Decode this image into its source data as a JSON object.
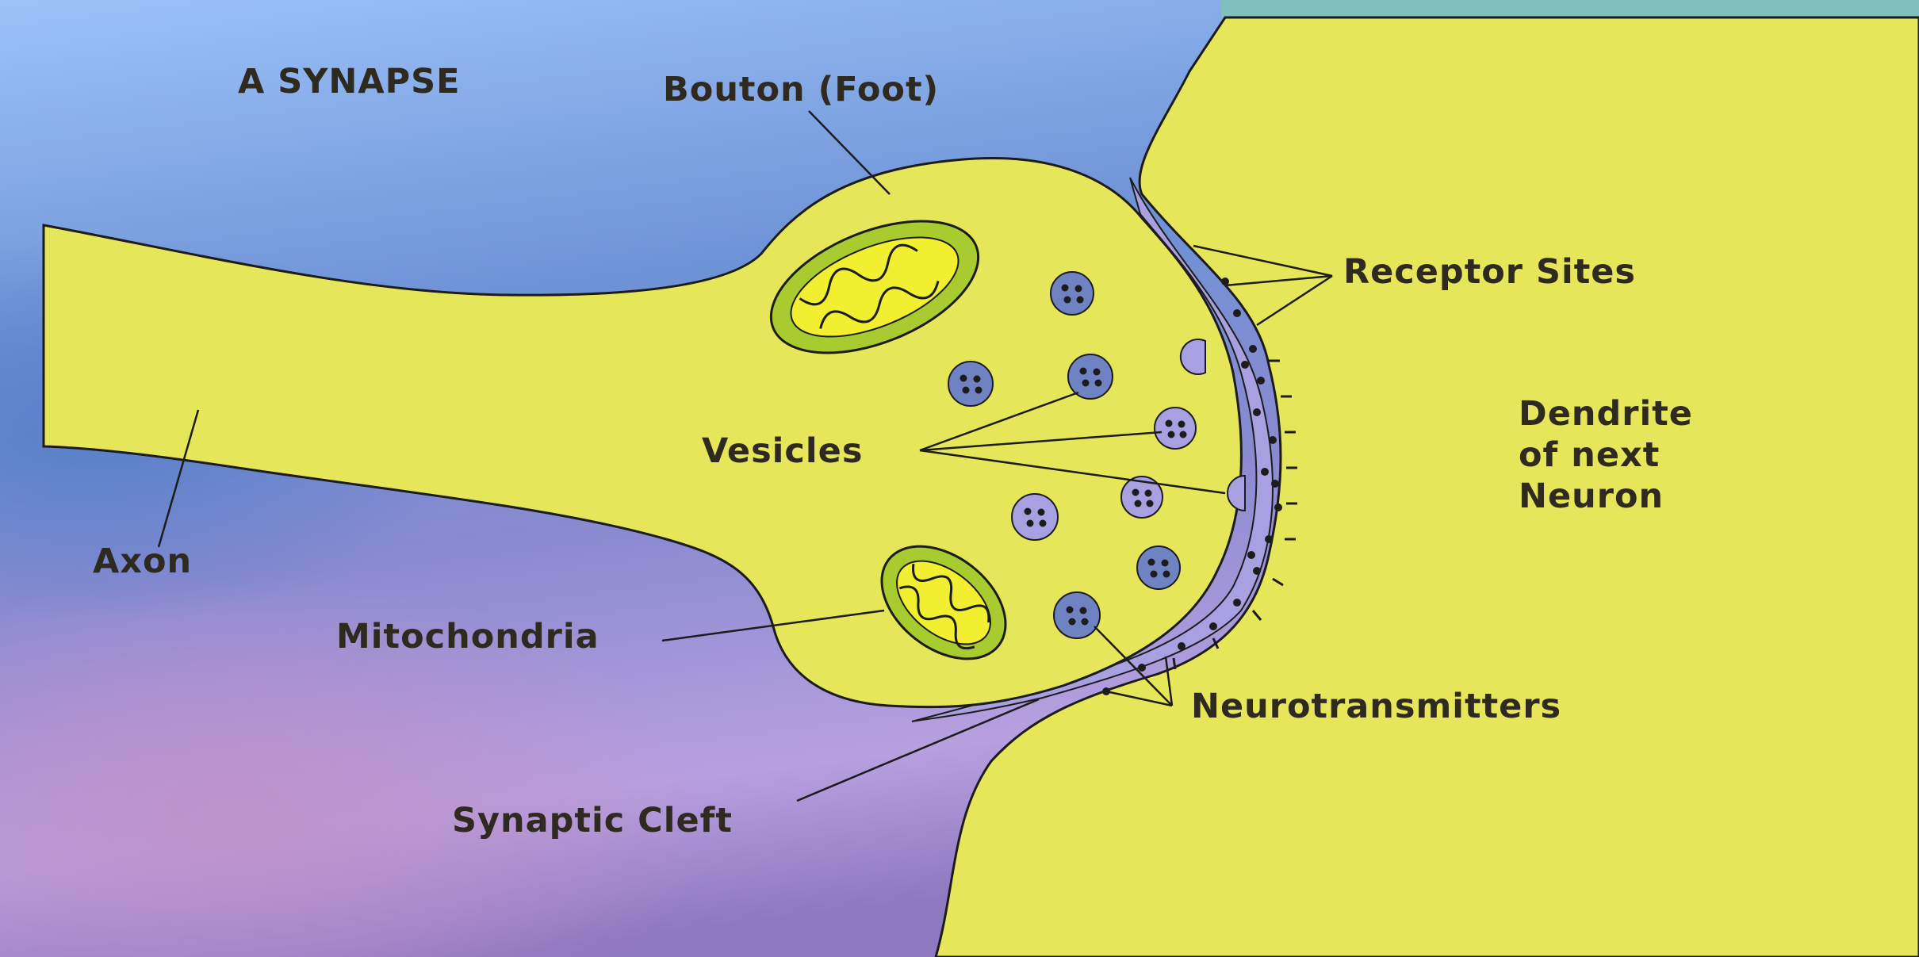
{
  "title": "A SYNAPSE",
  "labels": {
    "bouton": "Bouton (Foot)",
    "receptor_sites": "Receptor Sites",
    "vesicles": "Vesicles",
    "dendrite_line1": "Dendrite",
    "dendrite_line2": "of next",
    "dendrite_line3": "Neuron",
    "axon": "Axon",
    "mitochondria": "Mitochondria",
    "neurotransmitters": "Neurotransmitters",
    "synaptic_cleft": "Synaptic Cleft"
  },
  "colors": {
    "neuron_fill": "#e6e65a",
    "cleft_fill": "#a8a0e0",
    "mito_outer": "#a8cc30",
    "mito_inner": "#f2ee30",
    "vesicle_fill": "#6f82c2",
    "background_top": "#8fb6f0",
    "background_bottom": "#a38ccb"
  }
}
